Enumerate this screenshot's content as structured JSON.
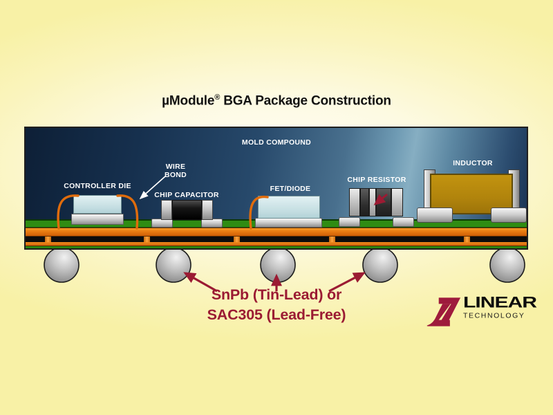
{
  "title": {
    "part1": "µModule",
    "reg": "®",
    "part2": " BGA Package Construction"
  },
  "diagram": {
    "mold_label": "MOLD COMPOUND",
    "wire_bond_label": "WIRE\nBOND",
    "controller_die_label": "CONTROLLER DIE",
    "chip_capacitor_label": "CHIP CAPACITOR",
    "fet_diode_label": "FET/DIODE",
    "chip_resistor_label": "CHIP RESISTOR",
    "inductor_label": "INDUCTOR"
  },
  "annotation": {
    "line1": "SnPb (Tin-Lead) or",
    "line2": "SAC305 (Lead-Free)"
  },
  "logo": {
    "brand": "LINEAR",
    "sub": "TECHNOLOGY"
  },
  "colors": {
    "accent_red": "#9b1b33",
    "copper_orange": "#e97d12",
    "board_green": "#2f8c13",
    "mold_dark": "#0d1f36",
    "mold_light": "#86aec2",
    "inductor_gold": "#b1840c",
    "logo_maroon": "#9e1b3c",
    "ball_gray": "#c4c4c4",
    "background_yellow": "#f8f1a6"
  }
}
